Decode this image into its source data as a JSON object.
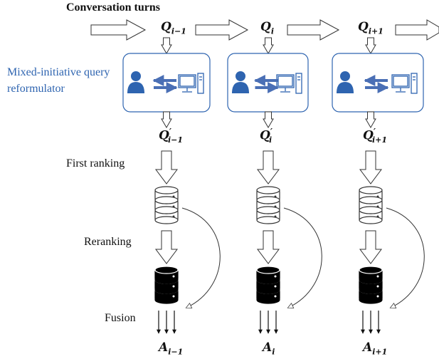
{
  "labels": {
    "conversation_turns": "Conversation turns",
    "reformulator_line1": "Mixed-initiative query",
    "reformulator_line2": "reformulator",
    "first_ranking": "First ranking",
    "reranking": "Reranking",
    "fusion": "Fusion"
  },
  "turns": [
    {
      "query": "Q",
      "query_sub": "i−1",
      "reform_query": "Q",
      "reform_sub": "i−1",
      "reform_mark": "′",
      "answer": "A",
      "answer_sub": "i−1"
    },
    {
      "query": "Q",
      "query_sub": "i",
      "reform_query": "Q",
      "reform_sub": "i",
      "reform_mark": "′",
      "answer": "A",
      "answer_sub": "i"
    },
    {
      "query": "Q",
      "query_sub": "i+1",
      "reform_query": "Q",
      "reform_sub": "i+1",
      "reform_mark": "′",
      "answer": "A",
      "answer_sub": "i+1"
    }
  ],
  "colors": {
    "reformulator_box_border": "#2e64b0",
    "user_icon": "#2e64b0",
    "computer_icon": "#2e64b0",
    "exchange_arrows": "#4a6fb5",
    "label_blue": "#2e64b0",
    "reranked_db_fill": "#000000"
  },
  "icons": [
    "user-icon",
    "computer-icon",
    "database-icon",
    "hollow-arrow-icon"
  ]
}
